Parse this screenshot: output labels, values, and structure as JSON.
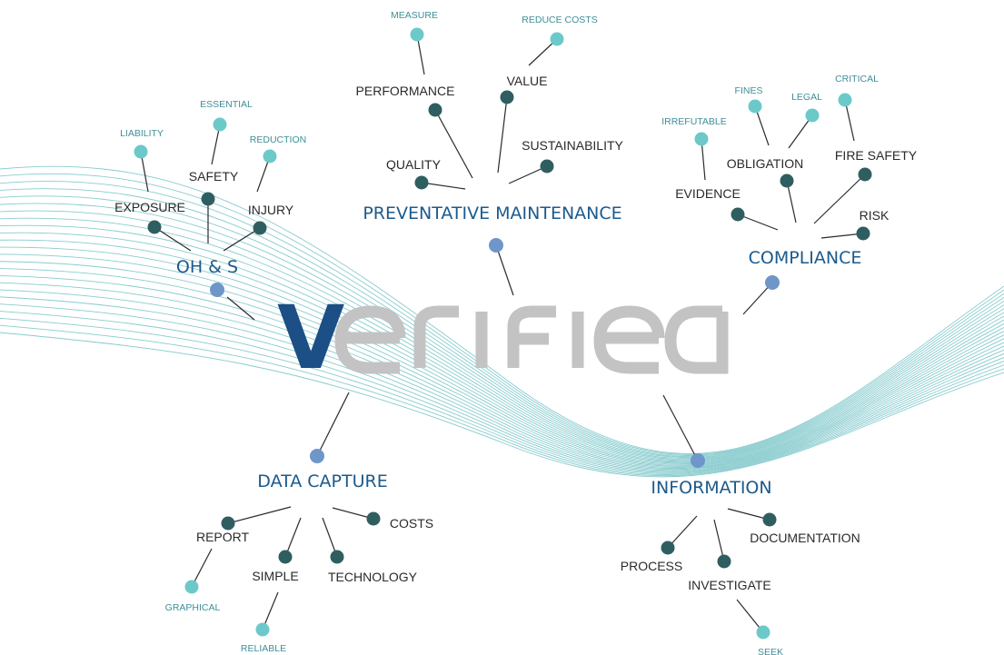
{
  "logo": {
    "letter": "V",
    "word": "erified"
  },
  "colors": {
    "hub": "#1c5a8c",
    "hub_dot": "#6e96c9",
    "mid_dot": "#2f5e60",
    "leaf_dot": "#6cc9c9",
    "leaf_text": "#3d8f98",
    "line": "#2b2b2b",
    "wave": "#73c2c6",
    "logo_grey": "#c3c3c3",
    "logo_blue": "#1b4f86"
  },
  "hubs": [
    {
      "id": "ohs",
      "label": "OH & S",
      "children": [
        {
          "id": "exposure",
          "label": "EXPOSURE",
          "leaves": [
            {
              "id": "liability",
              "label": "LIABILITY"
            }
          ]
        },
        {
          "id": "safety",
          "label": "SAFETY",
          "leaves": [
            {
              "id": "essential",
              "label": "ESSENTIAL"
            }
          ]
        },
        {
          "id": "injury",
          "label": "INJURY",
          "leaves": [
            {
              "id": "reduction",
              "label": "REDUCTION"
            }
          ]
        }
      ]
    },
    {
      "id": "pm",
      "label": "PREVENTATIVE MAINTENANCE",
      "children": [
        {
          "id": "quality",
          "label": "QUALITY",
          "leaves": []
        },
        {
          "id": "performance",
          "label": "PERFORMANCE",
          "leaves": [
            {
              "id": "measure",
              "label": "MEASURE"
            }
          ]
        },
        {
          "id": "value",
          "label": "VALUE",
          "leaves": [
            {
              "id": "reducecosts",
              "label": "REDUCE COSTS"
            }
          ]
        },
        {
          "id": "sustainability",
          "label": "SUSTAINABILITY",
          "leaves": []
        }
      ]
    },
    {
      "id": "compliance",
      "label": "COMPLIANCE",
      "children": [
        {
          "id": "evidence",
          "label": "EVIDENCE",
          "leaves": [
            {
              "id": "irrefutable",
              "label": "IRREFUTABLE"
            }
          ]
        },
        {
          "id": "obligation",
          "label": "OBLIGATION",
          "leaves": [
            {
              "id": "fines",
              "label": "FINES"
            },
            {
              "id": "legal",
              "label": "LEGAL"
            }
          ]
        },
        {
          "id": "firesafety",
          "label": "FIRE SAFETY",
          "leaves": [
            {
              "id": "critical",
              "label": "CRITICAL"
            }
          ]
        },
        {
          "id": "risk",
          "label": "RISK",
          "leaves": []
        }
      ]
    },
    {
      "id": "datacapture",
      "label": "DATA CAPTURE",
      "children": [
        {
          "id": "report",
          "label": "REPORT",
          "leaves": [
            {
              "id": "graphical",
              "label": "GRAPHICAL"
            }
          ]
        },
        {
          "id": "simple",
          "label": "SIMPLE",
          "leaves": [
            {
              "id": "reliable",
              "label": "RELIABLE"
            }
          ]
        },
        {
          "id": "technology",
          "label": "TECHNOLOGY",
          "leaves": []
        },
        {
          "id": "costs",
          "label": "COSTS",
          "leaves": []
        }
      ]
    },
    {
      "id": "information",
      "label": "INFORMATION",
      "children": [
        {
          "id": "process",
          "label": "PROCESS",
          "leaves": []
        },
        {
          "id": "investigate",
          "label": "INVESTIGATE",
          "leaves": [
            {
              "id": "seek",
              "label": "SEEK"
            }
          ]
        },
        {
          "id": "documentation",
          "label": "DOCUMENTATION",
          "leaves": []
        }
      ]
    }
  ]
}
